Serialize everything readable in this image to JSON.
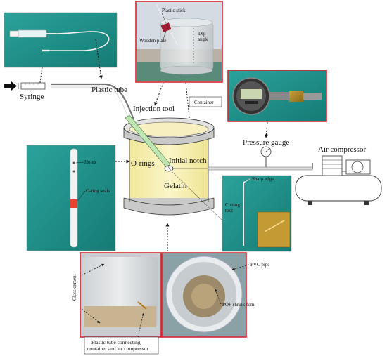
{
  "labels": {
    "syringe": "Syringe",
    "plastic_tube": "Plastic tube",
    "injection_tool": "Injection tool",
    "container": "Container",
    "pressure_gauge": "Pressure gauge",
    "air_compressor": "Air compressor",
    "o_rings": "O-rings",
    "initial_notch": "Initial notch",
    "gelatin": "Gelatin",
    "sharp_edge": "Sharp edge",
    "cutting_tool": "Cutting\ntool",
    "plastic_stick": "Plastic stick",
    "wooden_plate": "Wooden plate",
    "dip_angle": "Dip\nangle",
    "holes": "Holes",
    "o_ring_seals": "O-ring seals",
    "glass_cement": "Glass cement",
    "plastic_tube_connecting": "Plastic tube connecting\ncontainer and air compressor",
    "pvc_pipe": "PVC pipe",
    "pof_shrink_film": "POF shrink film"
  },
  "colors": {
    "frame_red": "#d9272e",
    "teal": "#1f8f8a",
    "gelatin": "#f7f0b4",
    "tube_green": "#bfe6b0",
    "ring_gray": "#c8c8c8"
  }
}
